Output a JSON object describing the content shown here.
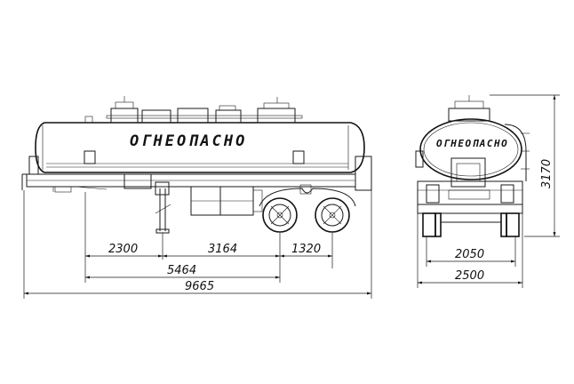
{
  "side_view": {
    "tank_label": "ОГНЕОПАСНО",
    "dimensions": {
      "d_2300": "2300",
      "d_3164": "3164",
      "d_1320": "1320",
      "d_5464": "5464",
      "d_9665": "9665"
    }
  },
  "rear_view": {
    "tank_label": "ОГНЕОПАСНО",
    "dimensions": {
      "height": "3170",
      "track": "2050",
      "width": "2500"
    }
  }
}
